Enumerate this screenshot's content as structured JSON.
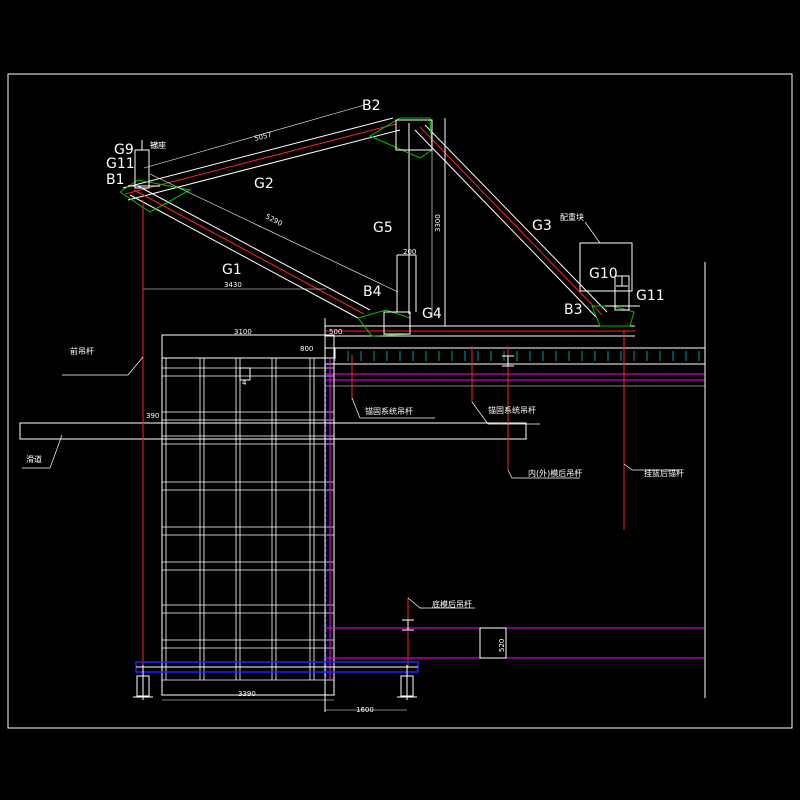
{
  "diagram": {
    "members": {
      "B2": "B2",
      "G9": "G9",
      "G11_left": "G11",
      "B1": "B1",
      "G2": "G2",
      "G5": "G5",
      "G3": "G3",
      "G1": "G1",
      "B4": "B4",
      "G4": "G4",
      "G10": "G10",
      "G11_right": "G11",
      "B3": "B3"
    },
    "dimensions": {
      "top_chord": "5057",
      "diagonal": "5290",
      "front_span": "3430",
      "g5_height": "3300",
      "g5_offset": "200",
      "platform_width": "3100",
      "deck_gap": "500",
      "deck_step": "800",
      "rail_offset": "390",
      "base_width": "3390",
      "base_offset": "1600",
      "bottom_height": "520",
      "base_gap": "4"
    },
    "annotations": {
      "front_hanger": "前吊杆",
      "slideway": "滑道",
      "anchor": "锚座",
      "counterweight": "配重块",
      "anchor_rod_1": "锚固系统吊杆",
      "anchor_rod_2": "锚固系统吊杆",
      "inner_outer_rear": "内(外)模后吊杆",
      "main_rear_anchor": "挂篮后锚杆",
      "bottom_rear": "底模后吊杆"
    },
    "colors": {
      "white": "#ffffff",
      "red": "#ff2020",
      "magenta": "#ff00ff",
      "blue": "#2222ff",
      "green": "#00c000",
      "cyan": "#00e0e0"
    }
  }
}
